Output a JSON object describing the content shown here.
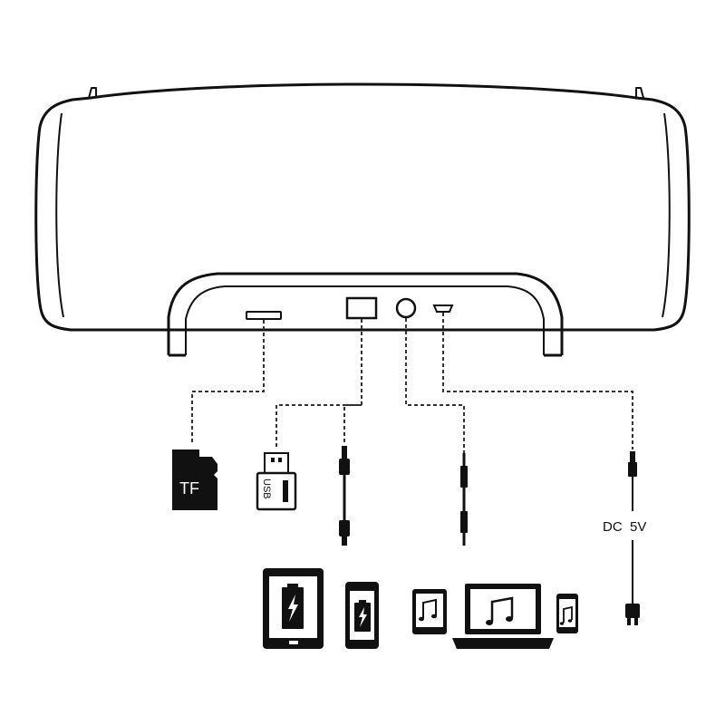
{
  "diagram": {
    "tf_label": "TF",
    "usb_label": "USB",
    "dc_label": "DC  5V"
  },
  "colors": {
    "ink": "#111111",
    "dash": "#333333",
    "background": "#ffffff"
  },
  "icons": [
    "speaker-body-icon",
    "tf-slot-icon",
    "usb-port-icon",
    "aux-jack-icon",
    "micro-usb-port-icon",
    "tf-card-icon",
    "usb-drive-icon",
    "usb-cable-icon",
    "aux-cable-icon",
    "power-cable-icon",
    "tablet-battery-icon",
    "phone-battery-icon",
    "tablet-music-icon",
    "laptop-music-icon",
    "phone-music-icon"
  ]
}
